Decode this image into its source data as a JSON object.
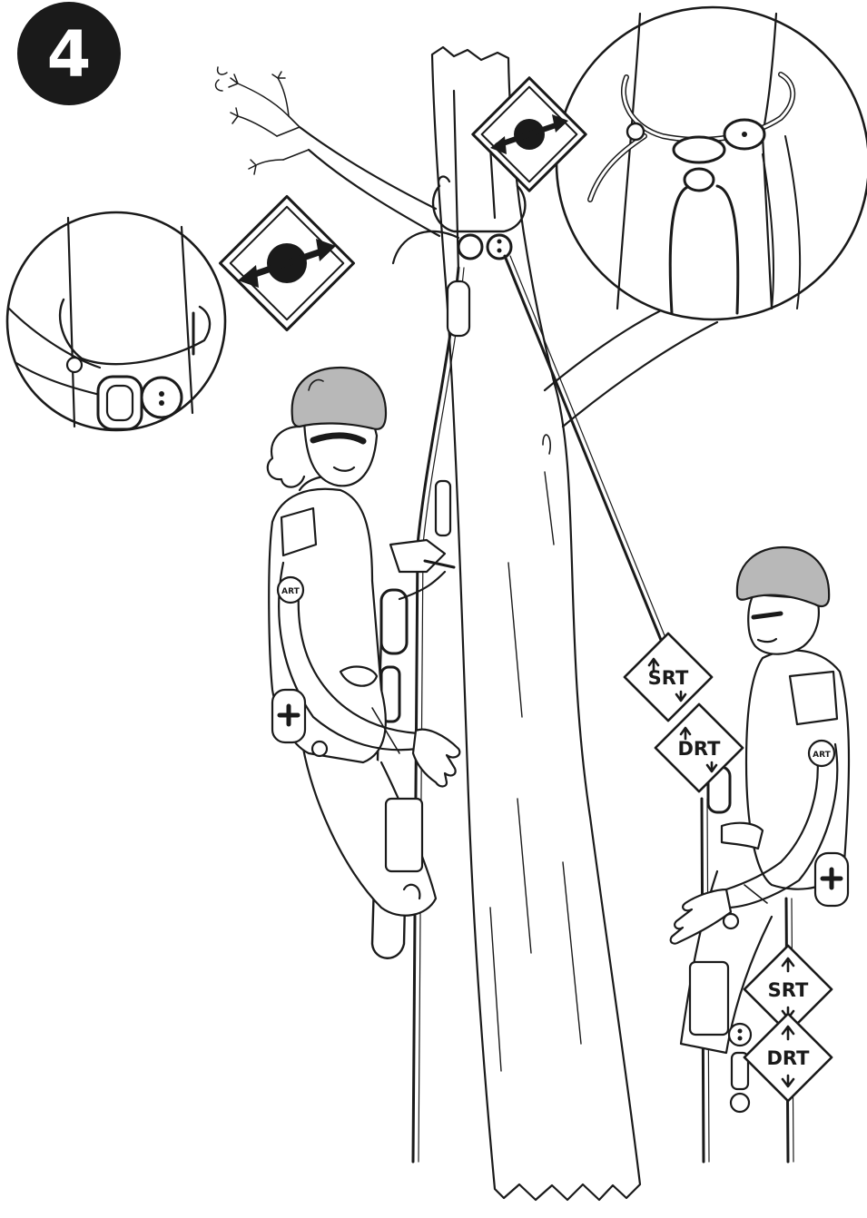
{
  "step": {
    "number": "4"
  },
  "signs": {
    "srt": "SRT",
    "drt": "DRT"
  },
  "badge": {
    "text": "ART"
  },
  "icons": {
    "step_badge": "step-number-badge",
    "rope_exchange_sign": "double-arrow-diamond-icon",
    "srt_sign": "srt-diamond-sign",
    "drt_sign": "drt-diamond-sign",
    "first_aid": "first-aid-plus-icon"
  },
  "colors": {
    "ink": "#1a1a1a",
    "helmet": "#b8b8b8",
    "paper": "#ffffff"
  }
}
